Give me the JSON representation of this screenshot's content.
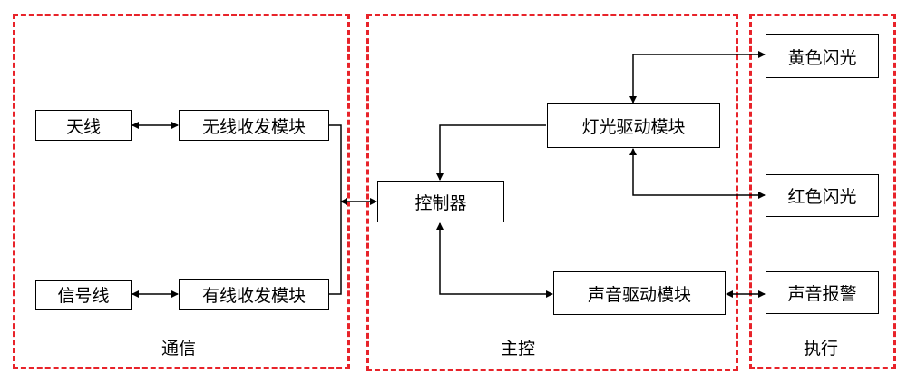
{
  "groups": {
    "comm": "通信",
    "main": "主控",
    "exec": "执行"
  },
  "boxes": {
    "antenna": "天线",
    "signal_line": "信号线",
    "wireless": "无线收发模块",
    "wired": "有线收发模块",
    "controller": "控制器",
    "light_driver": "灯光驱动模块",
    "sound_driver": "声音驱动模块",
    "yellow_flash": "黄色闪光",
    "red_flash": "红色闪光",
    "sound_alarm": "声音报警"
  },
  "colors": {
    "group_border": "#e8232a",
    "line": "#000000"
  }
}
